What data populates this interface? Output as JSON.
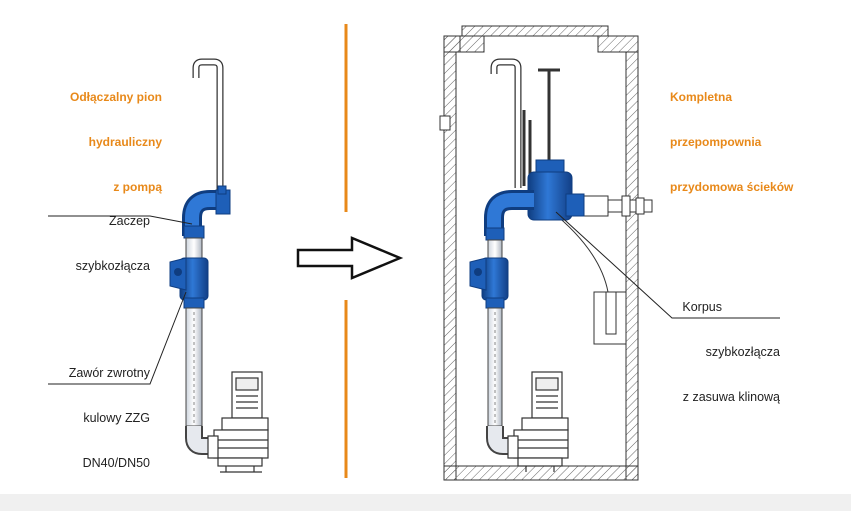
{
  "headings": {
    "left": [
      "Odłączalny pion",
      "hydrauliczny",
      "z pompą"
    ],
    "right": [
      "Kompletna",
      "przepompownia",
      "przydomowa ścieków"
    ]
  },
  "callouts": {
    "coupling": [
      "Zaczep",
      "szybkozłącza"
    ],
    "valve": [
      "Zawór zwrotny",
      "kulowy ZZG",
      "DN40/DN50"
    ],
    "body": [
      "Korpus",
      "szybkozłącza",
      "z zasuwa klinową"
    ]
  },
  "colors": {
    "accent": "#e8891a",
    "pipe_blue": "#1e5fb8",
    "pipe_dark": "#0f3d80",
    "line": "#222222",
    "hatch": "#555555"
  },
  "icons": [
    "arrow-right-icon"
  ]
}
